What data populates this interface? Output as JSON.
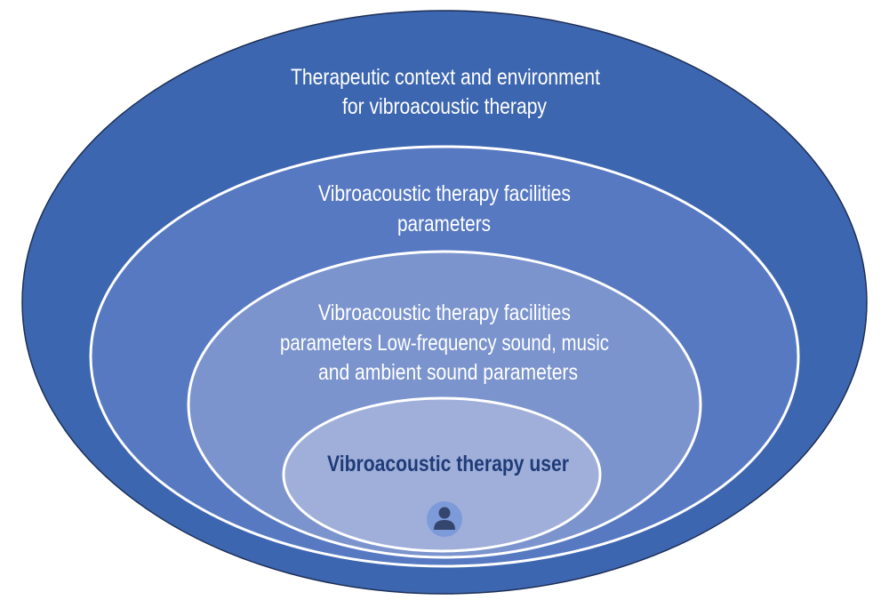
{
  "layers": [
    {
      "lines": [
        "Therapeutic context and environment",
        "for vibroacoustic therapy"
      ],
      "color": "#3d66b0"
    },
    {
      "lines": [
        "Vibroacoustic therapy facilities",
        "parameters"
      ],
      "color": "#5779c2"
    },
    {
      "lines": [
        "Vibroacoustic therapy facilities",
        "parameters Low-frequency sound, music",
        "and ambient sound parameters"
      ],
      "color": "#7b94cd"
    },
    {
      "lines": [
        "Vibroacoustic therapy user"
      ],
      "color": "#a0afda",
      "icon": "person-icon"
    }
  ]
}
